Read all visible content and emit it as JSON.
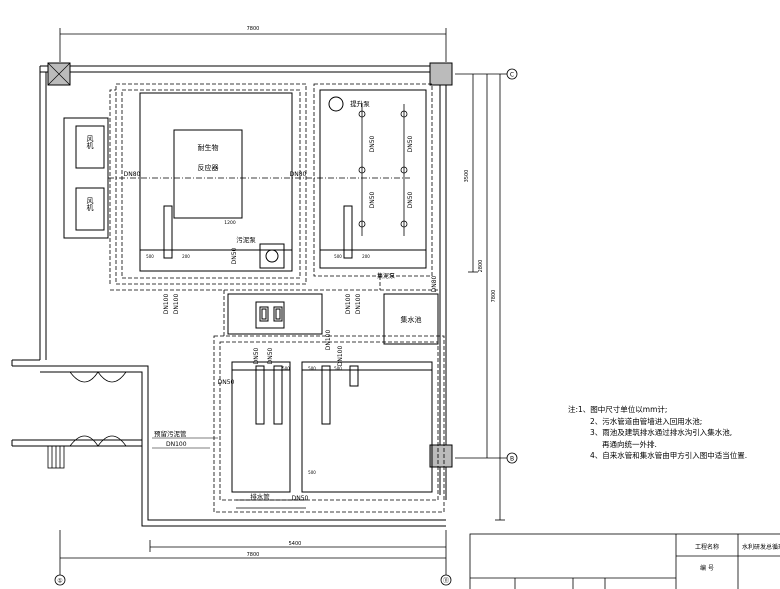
{
  "dims": {
    "top_width": "7800",
    "bottom_width_a": "7800",
    "bottom_width_b": "5400",
    "right_h1": "3500",
    "right_h2": "2800",
    "right_h3": "7800",
    "small_1200": "1200",
    "d500": "500",
    "d200": "200"
  },
  "axes": {
    "c": "C",
    "b": "B",
    "one": "①",
    "eleven": "⑪"
  },
  "labels": {
    "fan": "风机",
    "bio_1": "耐生物",
    "bio_2": "反应器",
    "lift_pump": "提升泵",
    "sludge_pump": "污泥泵",
    "collect_pump": "集泥泵",
    "sump": "集水池",
    "spare_pipe": "预留污泥管",
    "drain_pipe": "排水管"
  },
  "pipes": {
    "dn80": "DN80",
    "dn50": "DN50",
    "dn100": "DN100"
  },
  "notes": [
    "注:1、图中尺寸单位以mm计;",
    "2、污水管道由管墙进入回用水池;",
    "3、雨池及建筑排水通过排水沟引入集水池,",
    "再通向统一外排.",
    "4、自来水管和集水管由甲方引入图中适当位置."
  ],
  "title_block": {
    "project_name": "工程名称",
    "project_value": "水利研发总循环",
    "row2": "编  号"
  }
}
